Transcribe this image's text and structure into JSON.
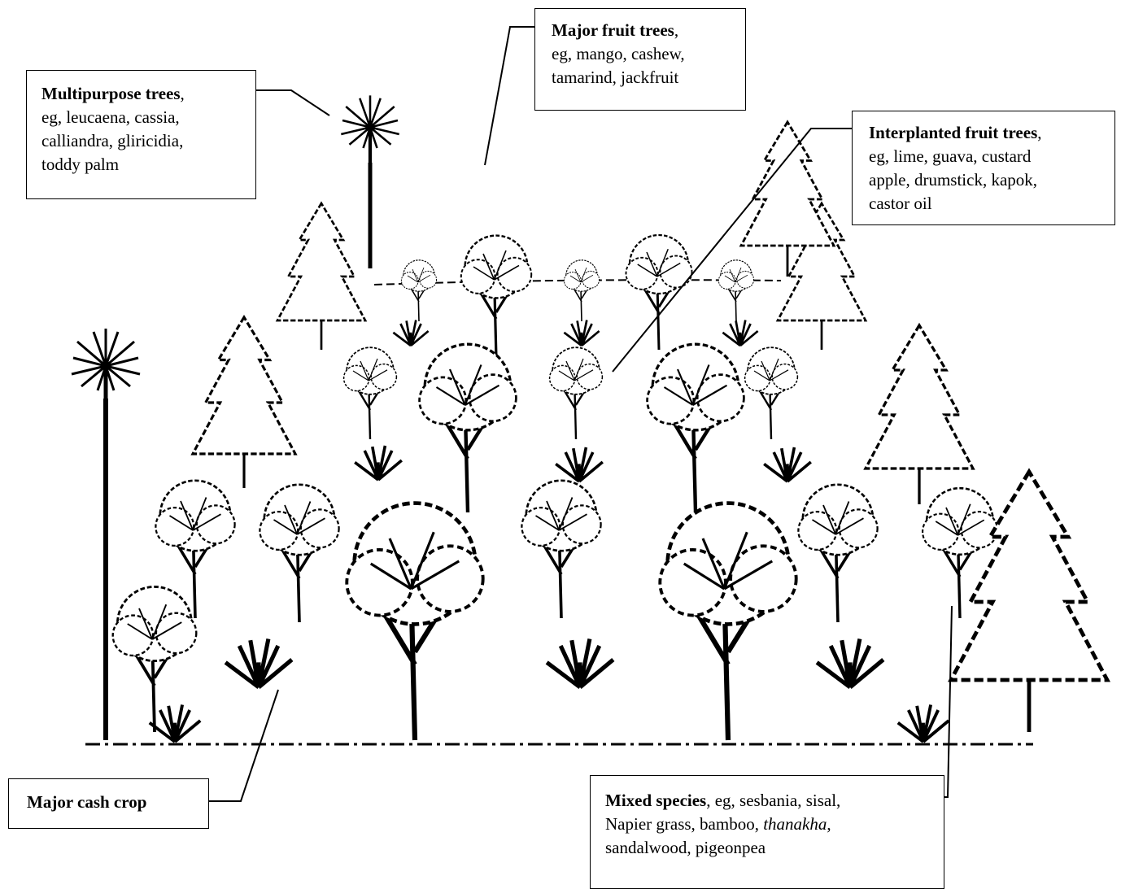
{
  "callouts": {
    "multipurpose": {
      "title": "Multipurpose trees",
      "lines": [
        ",",
        "eg, leucaena, cassia,",
        "calliandra, gliricidia,",
        "toddy palm"
      ]
    },
    "major_fruit": {
      "title": "Major fruit trees",
      "lines": [
        ",",
        "eg, mango, cashew,",
        "tamarind, jackfruit"
      ]
    },
    "interplanted": {
      "title": "Interplanted fruit trees",
      "lines": [
        ",",
        "eg, lime, guava, custard",
        "apple, drumstick, kapok,",
        "castor oil"
      ]
    },
    "cash_crop": {
      "title": "Major cash crop"
    },
    "mixed": {
      "title": "Mixed species",
      "line1_rest": ", eg, sesbania, sisal,",
      "line2_a": "Napier grass, bamboo, ",
      "line2_italic": "thanakha",
      "line2_b": ",",
      "line3": "sandalwood, pigeonpea"
    }
  },
  "colors": {
    "ink": "#000000",
    "paper": "#ffffff"
  }
}
